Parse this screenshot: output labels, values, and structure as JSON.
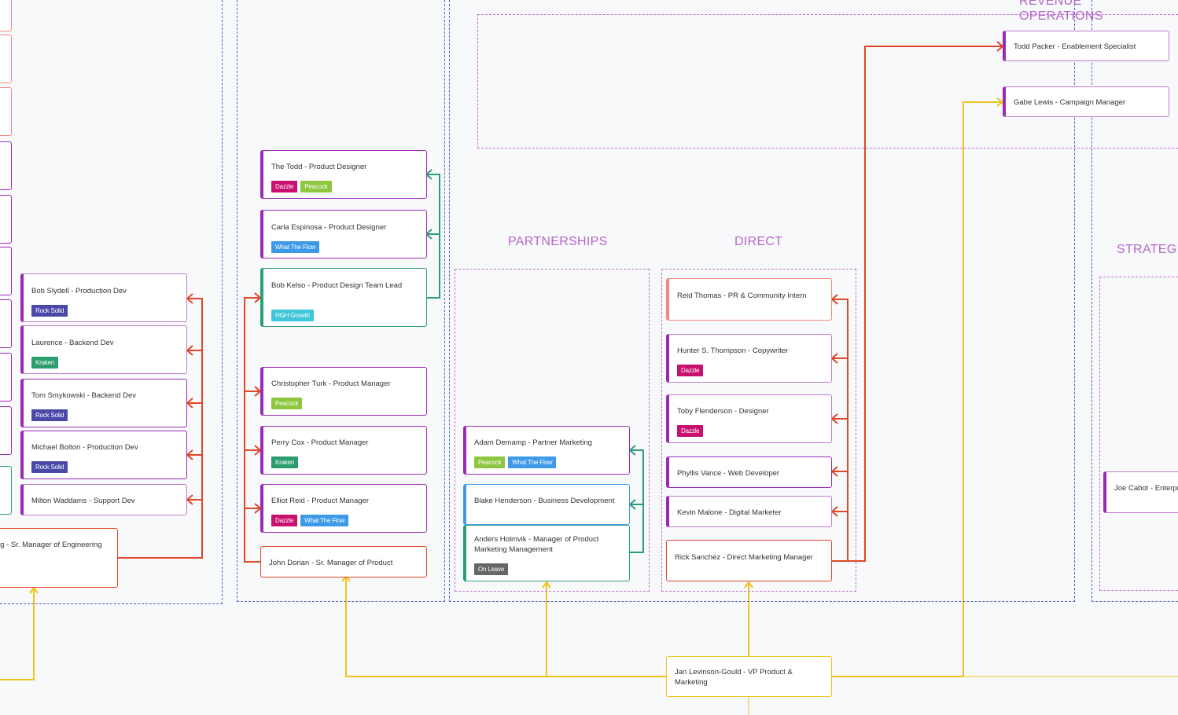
{
  "sections": {
    "revenue_operations": "REVENUE\nOPERATIONS",
    "partnerships": "PARTNERSHIPS",
    "direct": "DIRECT",
    "strategic": "STRATEGIC"
  },
  "tags": {
    "dazzle": {
      "label": "Dazzle",
      "color": "#c8106e"
    },
    "peacock": {
      "label": "Peacock",
      "color": "#8dc63f"
    },
    "what_the_flow": {
      "label": "What The Flow",
      "color": "#3d9ae8"
    },
    "hgh_growth": {
      "label": "HGH Growth",
      "color": "#3ec6d8"
    },
    "kraken": {
      "label": "Kraken",
      "color": "#2a9d6e"
    },
    "rock_solid": {
      "label": "Rock Solid",
      "color": "#4a49a8"
    },
    "on_leave": {
      "label": "On Leave",
      "color": "#666666"
    }
  },
  "people": {
    "bob_slydell": "Bob Slydell - Production Dev",
    "laurence": "Laurence - Backend Dev",
    "tom_smykowski": "Tom Smykowski - Backend Dev",
    "michael_bolton": "Michael Bolton - Production Dev",
    "milton_waddams": "Milton Waddams - Support Dev",
    "sr_manager_engineering": "rg - Sr. Manager of Engineering",
    "the_todd": "The Todd - Product Designer",
    "carla_espinosa": "Carla Espinosa - Product Designer",
    "bob_kelso": "Bob Kelso - Product Design Team Lead",
    "christopher_turk": "Christopher Turk - Product Manager",
    "perry_cox": "Perry Cox - Product Manager",
    "elliot_reid": "Elliot Reid - Product Manager",
    "john_dorian": "John Dorian - Sr. Manager of Product",
    "adam_demamp": "Adam Demamp - Partner Marketing",
    "blake_henderson": "Blake Henderson - Business Development",
    "anders_holmvik": "Anders Holmvik - Manager of Product Marketing Management",
    "reid_thomas": "Reid Thomas - PR & Community Intern",
    "hunter_thompson": "Hunter S. Thompson - Copywriter",
    "toby_flenderson": "Toby Flenderson - Designer",
    "phyllis_vance": "Phyllis Vance - Web Developer",
    "kevin_malone": "Kevin Malone - Digital Marketer",
    "rick_sanchez": "Rick Sanchez - Direct Marketing Manager",
    "jan_levinson_gould": "Jan Levinson-Gould - VP Product & Marketing",
    "todd_packer": "Todd Packer - Enablement Specialist",
    "gabe_lewis": "Gabe Lewis - Campaign Manager",
    "joe_cabot": "Joe Cabot - Enterpr"
  },
  "colors": {
    "connector_red": "#e0472a",
    "connector_green": "#2a9d7a",
    "connector_yellow": "#f0c419",
    "card_purple": "#9a2ab5",
    "card_teal": "#2a9d7a",
    "card_red": "#e0472a",
    "card_blue": "#3d9ae8",
    "card_salmon": "#f08a7e",
    "card_yellow": "#f0c419"
  }
}
